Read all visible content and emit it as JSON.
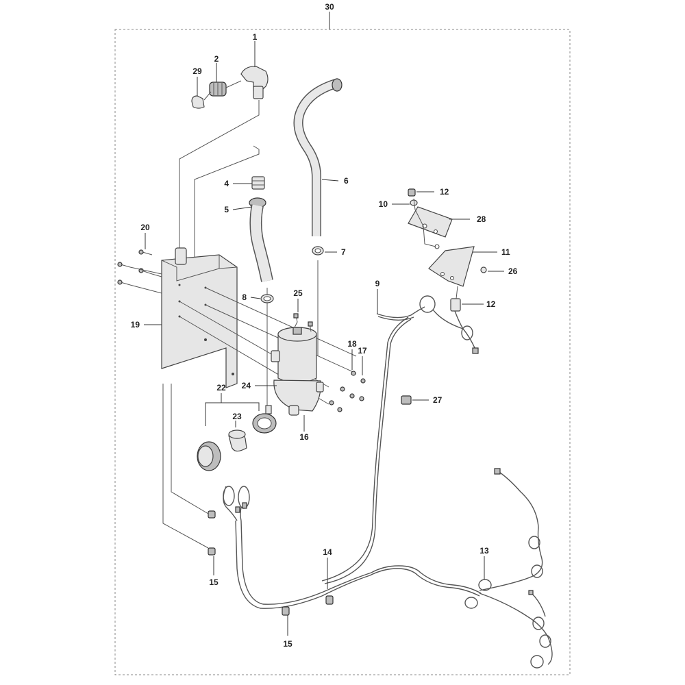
{
  "callouts": {
    "c1": "1",
    "c2": "2",
    "c29": "29",
    "c30": "30",
    "c4": "4",
    "c5": "5",
    "c6": "6",
    "c7": "7",
    "c8": "8",
    "c9": "9",
    "c10": "10",
    "c11": "11",
    "c12a": "12",
    "c12b": "12",
    "c13": "13",
    "c14": "14",
    "c15a": "15",
    "c15b": "15",
    "c16": "16",
    "c17": "17",
    "c18": "18",
    "c19": "19",
    "c20": "20",
    "c22": "22",
    "c23": "23",
    "c24": "24",
    "c25": "25",
    "c26": "26",
    "c27": "27",
    "c28": "28"
  }
}
